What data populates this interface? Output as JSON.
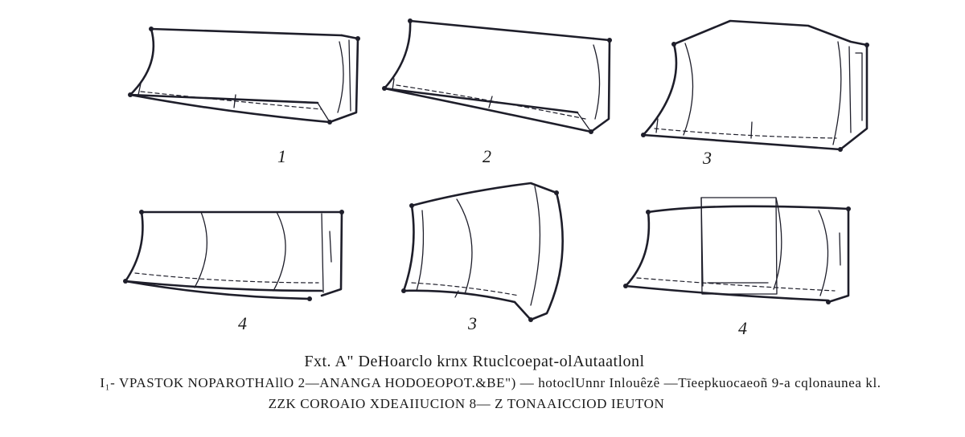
{
  "figure": {
    "panels": [
      {
        "id": "panel-1",
        "label": "1"
      },
      {
        "id": "panel-2",
        "label": "2"
      },
      {
        "id": "panel-3",
        "label": "3"
      },
      {
        "id": "panel-4",
        "label": "4"
      },
      {
        "id": "panel-5",
        "label": "3"
      },
      {
        "id": "panel-6",
        "label": "4"
      }
    ],
    "line_color": "#1e1e2a"
  },
  "caption": {
    "title": "Fxt. A\" DeHoarclo krnx Rtuclcoepat-olAutaatlonl",
    "line1": "I₁- VPASTOK NOPAROTHAllO 2—ANANGA HODOEOPOT.&BE\") — hotoclUnnr Inlouêzê —Tīeepkuocaeoñ 9-a cqlonaunea kl.",
    "line2": "ZZK COROAIO XDEAIIUCION 8— Z TONAAICCIOD IEUTON"
  }
}
